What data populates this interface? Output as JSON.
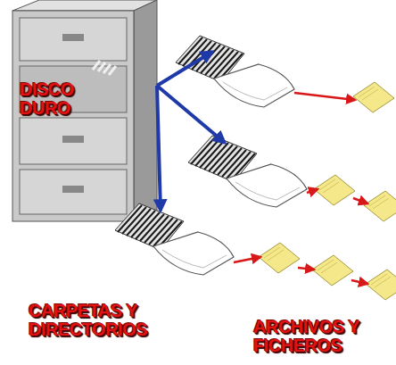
{
  "diagram": {
    "nodes": [
      {
        "text": [
          "DISCO DURO"
        ]
      }
    ],
    "labels": [
      "CARPETAS Y DIRECTORIOS",
      "ARCHIVOS Y FICHEROS"
    ]
  }
}
